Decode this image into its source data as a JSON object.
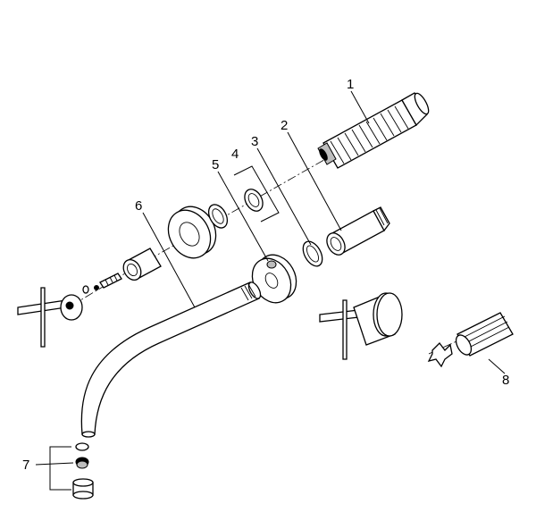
{
  "diagram": {
    "type": "exploded-parts-diagram",
    "callouts": [
      {
        "id": "1",
        "label": "1"
      },
      {
        "id": "2",
        "label": "2"
      },
      {
        "id": "3",
        "label": "3"
      },
      {
        "id": "4",
        "label": "4"
      },
      {
        "id": "5",
        "label": "5"
      },
      {
        "id": "6",
        "label": "6"
      },
      {
        "id": "7",
        "label": "7"
      },
      {
        "id": "8",
        "label": "8"
      }
    ]
  }
}
